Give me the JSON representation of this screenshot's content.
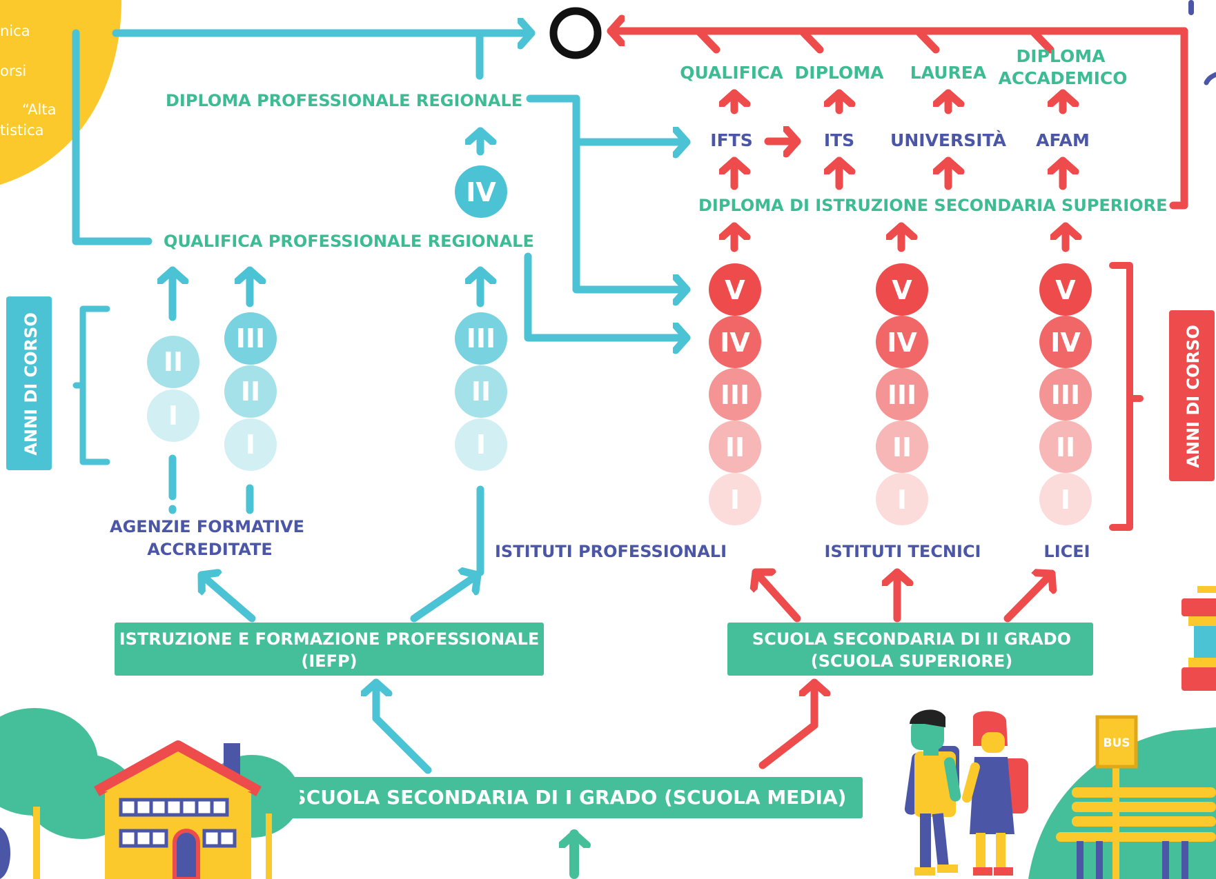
{
  "colors": {
    "teal": "#4cc3d4",
    "red": "#ee4c4c",
    "green": "#45bf9a",
    "navy": "#4b56a6",
    "yellow": "#fcc92c",
    "white": "#ffffff"
  },
  "corner_note": {
    "line1": "nica",
    "line2": "orsi",
    "line3": "“Alta",
    "line4": "tistica"
  },
  "top": {
    "qualifica": "QUALIFICA",
    "diploma": "DIPLOMA",
    "laurea": "LAUREA",
    "diploma_accademico_1": "DIPLOMA",
    "diploma_accademico_2": "ACCADEMICO"
  },
  "paths": {
    "ifts": "IFTS",
    "its": "ITS",
    "universita": "UNIVERSITÀ",
    "afam": "AFAM"
  },
  "diploma_superiore": "DIPLOMA DI ISTRUZIONE SECONDARIA SUPERIORE",
  "diploma_prof_regionale": "DIPLOMA PROFESSIONALE REGIONALE",
  "qualifica_prof_regionale": "QUALIFICA PROFESSIONALE REGIONALE",
  "anni_di_corso": "ANNI DI CORSO",
  "years": {
    "i": "I",
    "ii": "II",
    "iii": "III",
    "iv": "IV",
    "v": "V"
  },
  "schools": {
    "agenzie_1": "AGENZIE FORMATIVE",
    "agenzie_2": "ACCREDITATE",
    "professionali": "ISTITUTI PROFESSIONALI",
    "tecnici": "ISTITUTI TECNICI",
    "licei": "LICEI"
  },
  "iefp_1": "ISTRUZIONE E FORMAZIONE PROFESSIONALE",
  "iefp_2": "(IEFP)",
  "secondaria_ii_1": "SCUOLA SECONDARIA DI II GRADO",
  "secondaria_ii_2": "(SCUOLA SUPERIORE)",
  "secondaria_i": "SCUOLA SECONDARIA DI I GRADO (SCUOLA MEDIA)",
  "bus_sign": "BUS"
}
